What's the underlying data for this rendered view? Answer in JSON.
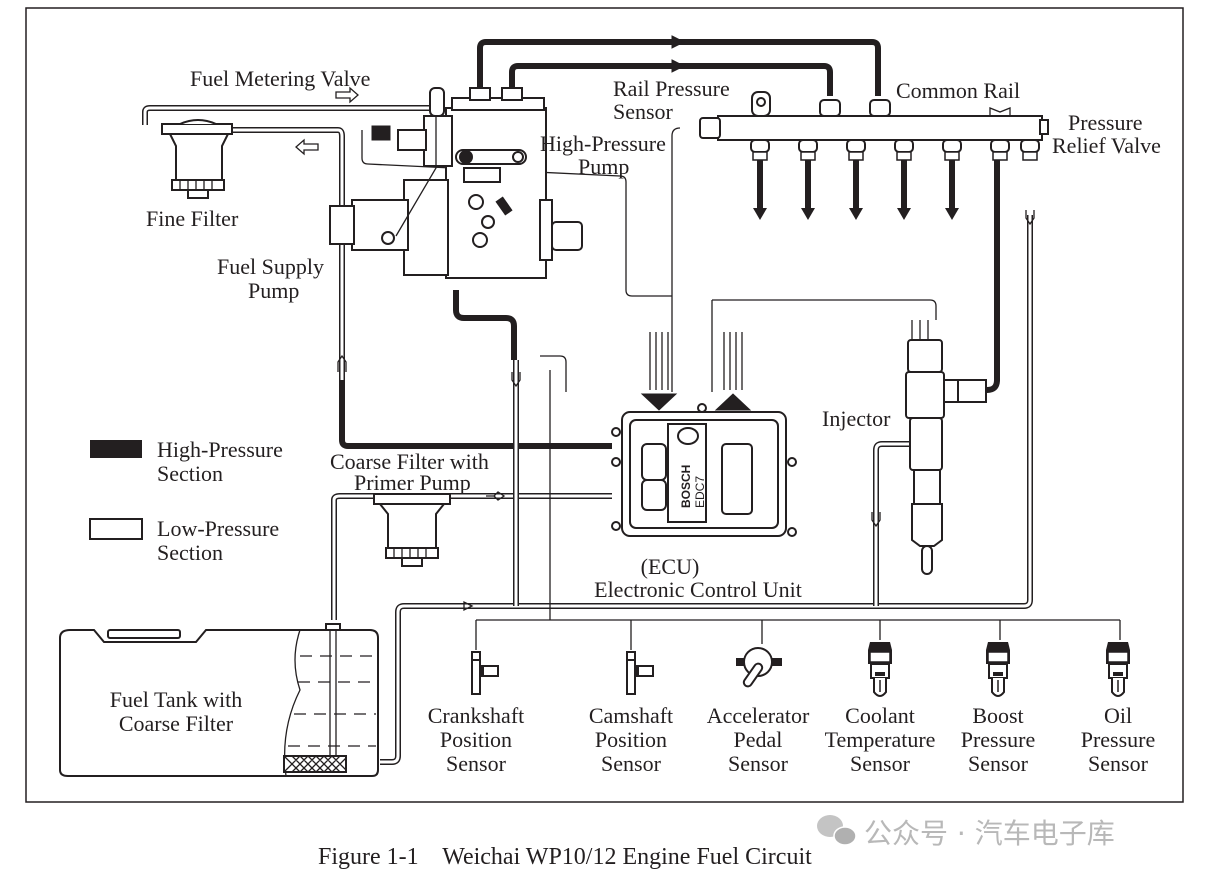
{
  "figure": {
    "caption": "Figure 1-1    Weichai WP10/12 Engine Fuel Circuit",
    "watermark": "公众号 · 汽车电子库",
    "watermark_icon": "wechat-icon"
  },
  "components": {
    "fuel_metering_valve": "Fuel Metering Valve",
    "fine_filter": "Fine Filter",
    "fuel_supply_pump": [
      "Fuel Supply",
      "Pump"
    ],
    "high_pressure_pump": [
      "High-Pressure",
      "Pump"
    ],
    "rail_pressure_sensor": [
      "Rail Pressure",
      "Sensor"
    ],
    "common_rail": "Common Rail",
    "pressure_relief_valve": [
      "Pressure",
      "Relief Valve"
    ],
    "injector": "Injector",
    "coarse_filter": [
      "Coarse Filter with",
      "Primer Pump"
    ],
    "ecu": {
      "abbr": "(ECU)",
      "name": "Electronic Control Unit",
      "brand": "BOSCH",
      "model": "EDC7"
    },
    "fuel_tank": [
      "Fuel Tank with",
      "Coarse Filter"
    ]
  },
  "legend": [
    {
      "style": "filled",
      "label": [
        "High-Pressure",
        "Section"
      ]
    },
    {
      "style": "outline",
      "label": [
        "Low-Pressure",
        "Section"
      ]
    }
  ],
  "sensors": [
    {
      "icon": "crankshaft-sensor-icon",
      "label": [
        "Crankshaft",
        "Position",
        "Sensor"
      ]
    },
    {
      "icon": "camshaft-sensor-icon",
      "label": [
        "Camshaft",
        "Position",
        "Sensor"
      ]
    },
    {
      "icon": "accelerator-pedal-sensor-icon",
      "label": [
        "Accelerator",
        "Pedal",
        "Sensor"
      ]
    },
    {
      "icon": "coolant-temperature-sensor-icon",
      "label": [
        "Coolant",
        "Temperature",
        "Sensor"
      ]
    },
    {
      "icon": "boost-pressure-sensor-icon",
      "label": [
        "Boost",
        "Pressure",
        "Sensor"
      ]
    },
    {
      "icon": "oil-pressure-sensor-icon",
      "label": [
        "Oil",
        "Pressure",
        "Sensor"
      ]
    }
  ],
  "injector_outlet_count": 6
}
